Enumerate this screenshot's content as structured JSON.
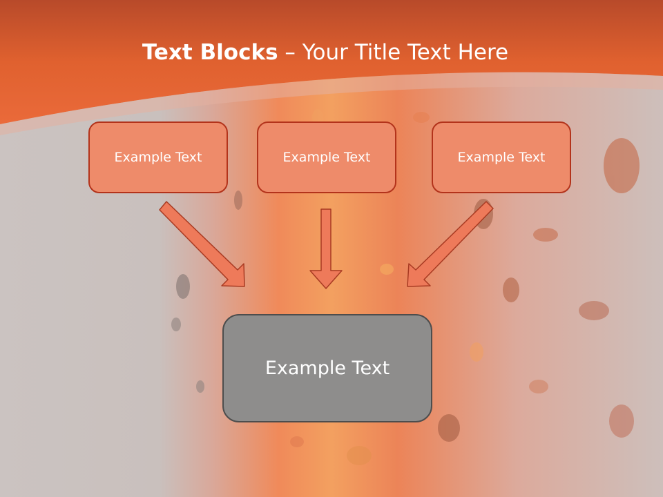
{
  "slide": {
    "title_bold": "Text Blocks",
    "title_rest": " – Your Title Text Here"
  },
  "boxes": {
    "top": [
      "Example Text",
      "Example Text",
      "Example Text"
    ],
    "bottom": "Example Text"
  },
  "colors": {
    "header": "#e8673a",
    "box_fill": "#ee8b6a",
    "box_border": "#b3331b",
    "main_box_fill": "#8e8d8c",
    "arrow_fill": "#ee7a5a",
    "arrow_stroke": "#a83a22"
  }
}
